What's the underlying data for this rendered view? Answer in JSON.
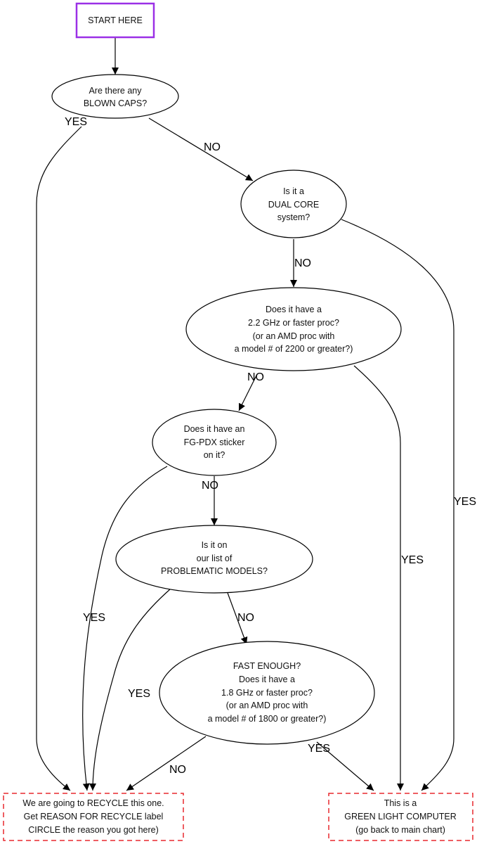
{
  "colors": {
    "start_border": "#9b30e6",
    "terminal_border": "#e8282e",
    "edge": "#000000",
    "text": "#111111"
  },
  "nodes": {
    "start": {
      "lines": [
        "START HERE"
      ]
    },
    "blown_caps": {
      "lines": [
        "Are there any",
        "BLOWN CAPS?"
      ]
    },
    "dual_core": {
      "lines": [
        "Is it a",
        "DUAL CORE",
        "system?"
      ]
    },
    "fast_22": {
      "lines": [
        "Does it have a",
        "2.2 GHz or faster proc?",
        "(or an AMD proc with",
        "a model # of 2200 or greater?)"
      ]
    },
    "fgpdx": {
      "lines": [
        "Does it have an",
        "FG-PDX sticker",
        "on it?"
      ]
    },
    "problematic": {
      "lines": [
        "Is it on",
        "our list of",
        "PROBLEMATIC MODELS?"
      ]
    },
    "fast_18": {
      "lines": [
        "FAST ENOUGH?",
        "Does it have a",
        "1.8 GHz or faster proc?",
        "(or an AMD proc with",
        "a model # of 1800 or greater?)"
      ]
    },
    "recycle": {
      "lines": [
        "We are going to RECYCLE this one.",
        "Get REASON FOR RECYCLE label",
        "CIRCLE the reason you got here)"
      ]
    },
    "green_light": {
      "lines": [
        "This is a",
        "GREEN LIGHT COMPUTER",
        "(go back to main chart)"
      ]
    }
  },
  "edges": {
    "blown_caps_yes": "YES",
    "blown_caps_no": "NO",
    "dual_core_no": "NO",
    "dual_core_yes": "YES",
    "fast_22_no": "NO",
    "fast_22_yes": "YES",
    "fgpdx_no": "NO",
    "fgpdx_yes": "YES",
    "problematic_no": "NO",
    "problematic_yes": "YES",
    "fast_18_no": "NO",
    "fast_18_yes": "YES"
  }
}
